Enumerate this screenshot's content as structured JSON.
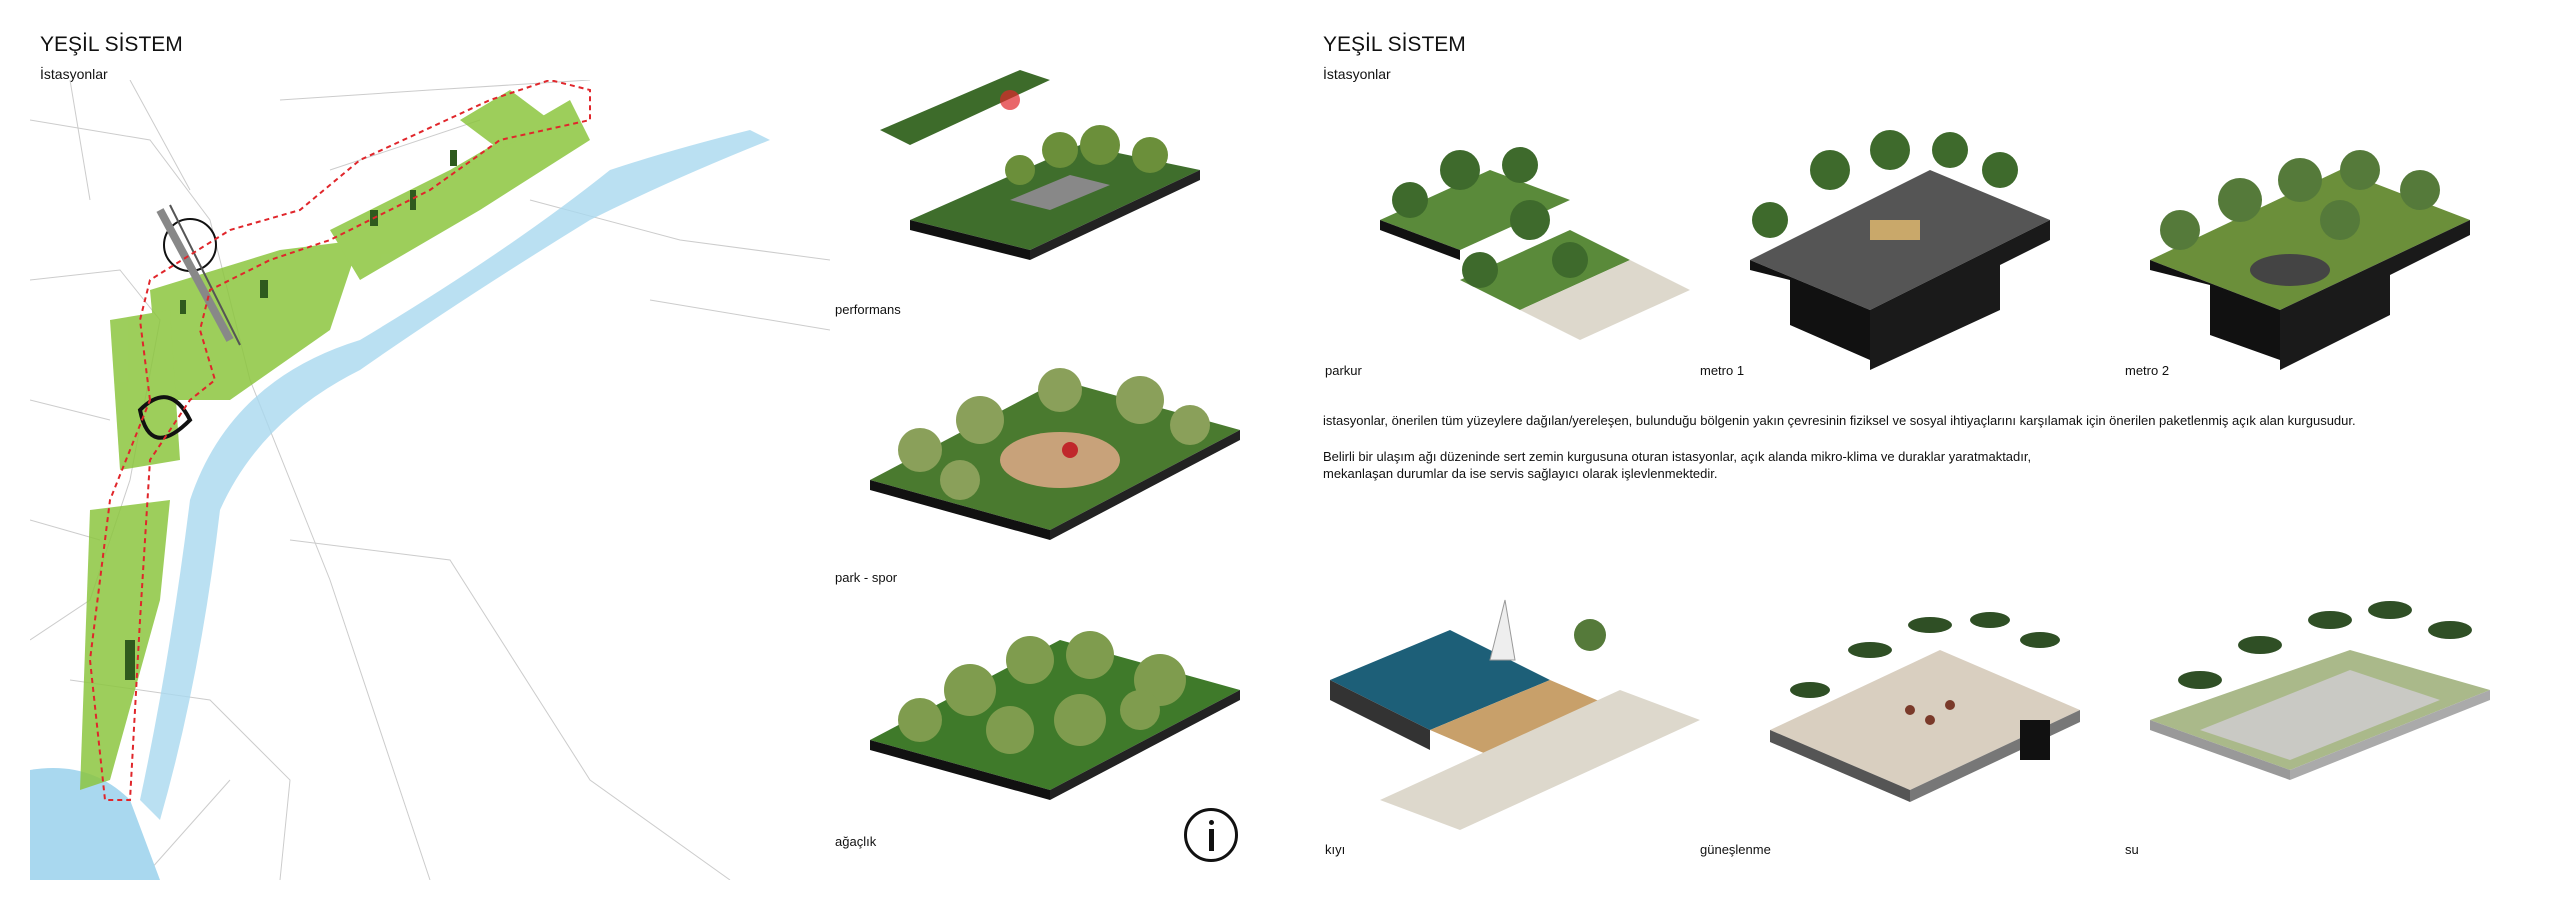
{
  "left_panel": {
    "title": "YEŞİL SİSTEM",
    "subtitle": "İstasyonlar",
    "labels": [
      "performans",
      "park - spor",
      "ağaçlık"
    ],
    "info_icon": "info-icon"
  },
  "right_panel": {
    "title": "YEŞİL SİSTEM",
    "subtitle": "İstasyonlar",
    "top_labels": [
      "parkur",
      "metro 1",
      "metro 2"
    ],
    "bottom_labels": [
      "kıyı",
      "güneşlenme",
      "su"
    ],
    "paragraph1": "istasyonlar, önerilen tüm yüzeylere dağılan/yereleşen, bulunduğu bölgenin yakın çevresinin fiziksel ve sosyal ihtiyaçlarını karşılamak için önerilen paketlenmiş açık alan kurgusudur.",
    "paragraph2_line1": "Belirli bir ulaşım ağı düzeninde sert zemin kurgusuna oturan istasyonlar, açık alanda mikro-klima ve duraklar yaratmaktadır,",
    "paragraph2_line2": "mekanlaşan durumlar da ise servis sağlayıcı olarak işlevlenmektedir."
  },
  "colors": {
    "green": "#8cc63f",
    "dark_green": "#2f5a1e",
    "boundary": "#e0262b",
    "water": "#a9d8ef",
    "slab_side": "#1a1a1a"
  }
}
